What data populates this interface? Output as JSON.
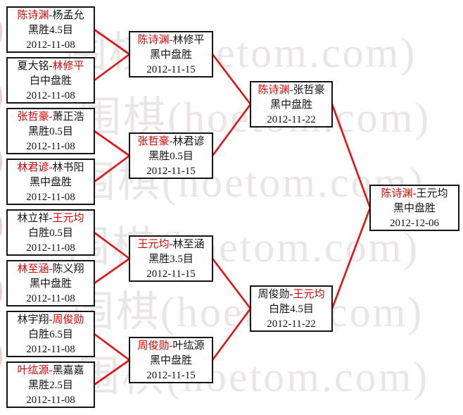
{
  "watermark": {
    "text": "围棋(hoetom.com)",
    "left_fragment": "）",
    "gray_color": "#ebe6e6",
    "pink_color": "#f2cccc"
  },
  "ui": {
    "dash": "-"
  },
  "colors": {
    "winner_name": "#e00000",
    "connector_line": "#e81010",
    "box_border": "#141414",
    "text": "#141414"
  },
  "rounds": {
    "r1": {
      "m1": {
        "p1": "陈诗渊",
        "p1c": "win",
        "p2": "杨孟允",
        "p2c": "norm",
        "result": "黑胜4.5目",
        "date": "2012-11-08"
      },
      "m2": {
        "p1": "夏大铭",
        "p1c": "norm",
        "p2": "林修平",
        "p2c": "win",
        "result": "白中盘胜",
        "date": "2012-11-08"
      },
      "m3": {
        "p1": "张哲豪",
        "p1c": "win",
        "p2": "萧正浩",
        "p2c": "norm",
        "result": "黑胜0.5目",
        "date": "2012-11-08"
      },
      "m4": {
        "p1": "林君谚",
        "p1c": "win",
        "p2": "林书阳",
        "p2c": "norm",
        "result": "黑中盘胜",
        "date": "2012-11-08"
      },
      "m5": {
        "p1": "林立祥",
        "p1c": "norm",
        "p2": "王元均",
        "p2c": "win",
        "result": "白胜0.5目",
        "date": "2012-11-08"
      },
      "m6": {
        "p1": "林至涵",
        "p1c": "win",
        "p2": "陈义翔",
        "p2c": "norm",
        "result": "黑中盘胜",
        "date": "2012-11-08"
      },
      "m7": {
        "p1": "林宇翔",
        "p1c": "norm",
        "p2": "周俊勋",
        "p2c": "win",
        "result": "白胜6.5目",
        "date": "2012-11-08"
      },
      "m8": {
        "p1": "叶纮源",
        "p1c": "win",
        "p2": "黑嘉嘉",
        "p2c": "norm",
        "result": "黑胜2.5目",
        "date": "2012-11-08"
      }
    },
    "r2": {
      "m1": {
        "p1": "陈诗渊",
        "p1c": "win",
        "p2": "林修平",
        "p2c": "norm",
        "result": "黑中盘胜",
        "date": "2012-11-15"
      },
      "m2": {
        "p1": "张哲豪",
        "p1c": "win",
        "p2": "林君谚",
        "p2c": "norm",
        "result": "黑胜0.5目",
        "date": "2012-11-15"
      },
      "m3": {
        "p1": "王元均",
        "p1c": "win",
        "p2": "林至涵",
        "p2c": "norm",
        "result": "黑胜3.5目",
        "date": "2012-11-15"
      },
      "m4": {
        "p1": "周俊勋",
        "p1c": "win",
        "p2": "叶纮源",
        "p2c": "norm",
        "result": "黑中盘胜",
        "date": "2012-11-15"
      }
    },
    "r3": {
      "m1": {
        "p1": "陈诗渊",
        "p1c": "win",
        "p2": "张哲豪",
        "p2c": "norm",
        "result": "黑中盘胜",
        "date": "2012-11-22"
      },
      "m2": {
        "p1": "周俊勋",
        "p1c": "norm",
        "p2": "王元均",
        "p2c": "win",
        "result": "白胜4.5目",
        "date": "2012-11-22"
      }
    },
    "final": {
      "m1": {
        "p1": "陈诗渊",
        "p1c": "win",
        "p2": "王元均",
        "p2c": "norm",
        "result": "黑中盘胜",
        "date": "2012-12-06"
      }
    }
  }
}
